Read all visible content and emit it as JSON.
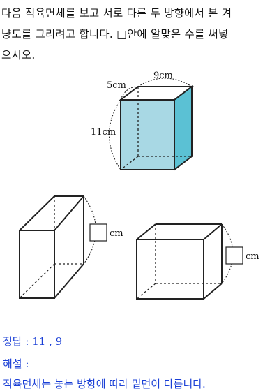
{
  "question": {
    "line1": "다음 직육면체를 보고 서로 다른 두 방향에서 본 겨",
    "line2": "냥도를 그리려고 합니다. □안에 알맞은 수를 써넣",
    "line3": "으시오."
  },
  "figure": {
    "colors": {
      "front_face": "#a8d8e4",
      "side_face": "#5bc1d4",
      "top_face": "#ffffff"
    },
    "top_label_depth": "5cm",
    "top_label_width": "9cm",
    "left_label_height": "11cm",
    "box_unit_left": "cm",
    "box_unit_right": "cm"
  },
  "answer": {
    "label": "정답",
    "separator": ":",
    "values": "11 , 9"
  },
  "explanation": {
    "label": "해설",
    "separator": ":",
    "text": "직육면체는 놓는 방향에 따라 밑면이 다릅니다."
  }
}
